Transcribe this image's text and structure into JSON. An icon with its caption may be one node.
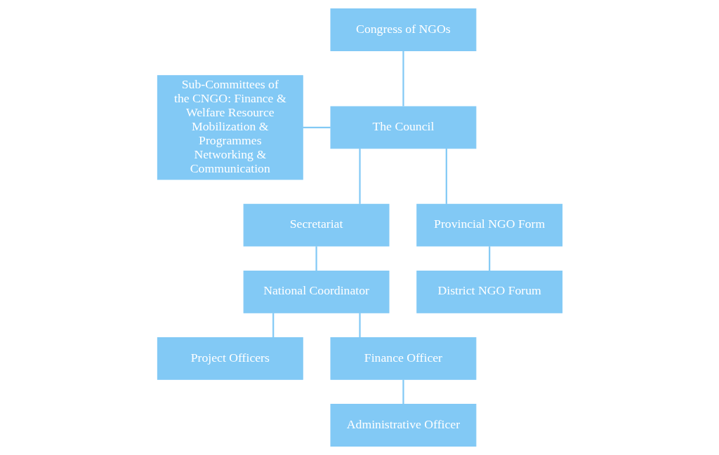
{
  "diagram": {
    "nodes": [
      {
        "text": [
          "Congress of NGOs"
        ]
      },
      {
        "text": [
          "The Council"
        ]
      },
      {
        "text": [
          "Sub-Committees of the CNGO: Finance & Welfare Resource Mobilization & Programmes Networking & Communication"
        ]
      },
      {
        "text": [
          "Secretariat"
        ]
      },
      {
        "text": [
          "Provincial NGO Form"
        ]
      },
      {
        "text": [
          "National Coordinator"
        ]
      },
      {
        "text": [
          "District NGO Forum"
        ]
      },
      {
        "text": [
          "Project Officers"
        ]
      },
      {
        "text": [
          "Finance Officer"
        ]
      },
      {
        "text": [
          "Administrative Officer"
        ]
      }
    ],
    "edges": [
      {
        "from": 0,
        "to": 1,
        "arrow": "none"
      },
      {
        "from": 2,
        "to": 1,
        "arrow": "none"
      },
      {
        "from": 1,
        "to": 3,
        "arrow": "none"
      },
      {
        "from": 1,
        "to": 4,
        "arrow": "none"
      },
      {
        "from": 4,
        "to": 6,
        "arrow": "none"
      },
      {
        "from": 3,
        "to": 5,
        "arrow": "none"
      },
      {
        "from": 5,
        "to": 7,
        "arrow": "none"
      },
      {
        "from": 5,
        "to": 8,
        "arrow": "none"
      },
      {
        "from": 8,
        "to": 9,
        "arrow": "none"
      }
    ]
  }
}
